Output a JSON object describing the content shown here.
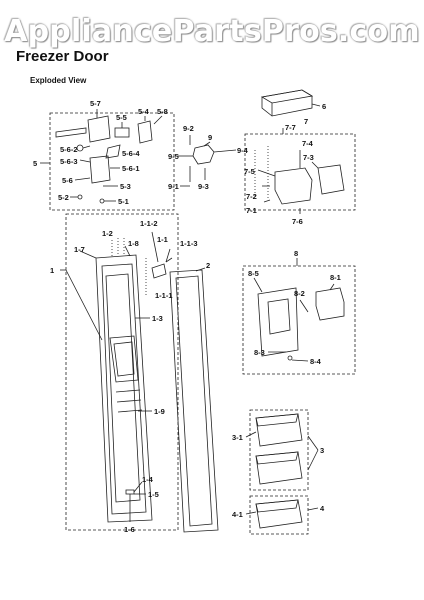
{
  "header": {
    "watermark": "AppliancePartsPros.com",
    "title": "Freezer Door",
    "subtitle": "Exploded View"
  },
  "callouts": {
    "c5_7": "5-7",
    "c5_5": "5-5",
    "c5_4": "5-4",
    "c5_8": "5-8",
    "c5": "5",
    "c5_6_2": "5-6-2",
    "c5_6_4": "5-6-4",
    "c5_6_3": "5-6-3",
    "c5_6_1": "5-6-1",
    "c5_6": "5-6",
    "c5_3": "5-3",
    "c5_2": "5-2",
    "c5_1": "5-1",
    "c6": "6",
    "c9_2": "9-2",
    "c9": "9",
    "c9_5": "9-5",
    "c9_4": "9-4",
    "c9_1": "9-1",
    "c9_3": "9-3",
    "c7_7": "7-7",
    "c7": "7",
    "c7_4": "7-4",
    "c7_3": "7-3",
    "c7_5": "7-5",
    "c7_2": "7-2",
    "c7_1": "7-1",
    "c7_6": "7-6",
    "c1_1_2": "1-1-2",
    "c1_2": "1-2",
    "c1_1": "1-1",
    "c1_1_3": "1-1-3",
    "c1_7": "1-7",
    "c1_8": "1-8",
    "c2": "2",
    "c1": "1",
    "c1_1_1": "1-1-1",
    "c1_3": "1-3",
    "c1_9": "1-9",
    "c1_4": "1-4",
    "c1_5": "1-5",
    "c1_6": "1-6",
    "c8": "8",
    "c8_5": "8-5",
    "c8_1": "8-1",
    "c8_2": "8-2",
    "c8_3": "8-3",
    "c8_4": "8-4",
    "c3_1": "3-1",
    "c3": "3",
    "c4_1": "4-1",
    "c4": "4"
  }
}
